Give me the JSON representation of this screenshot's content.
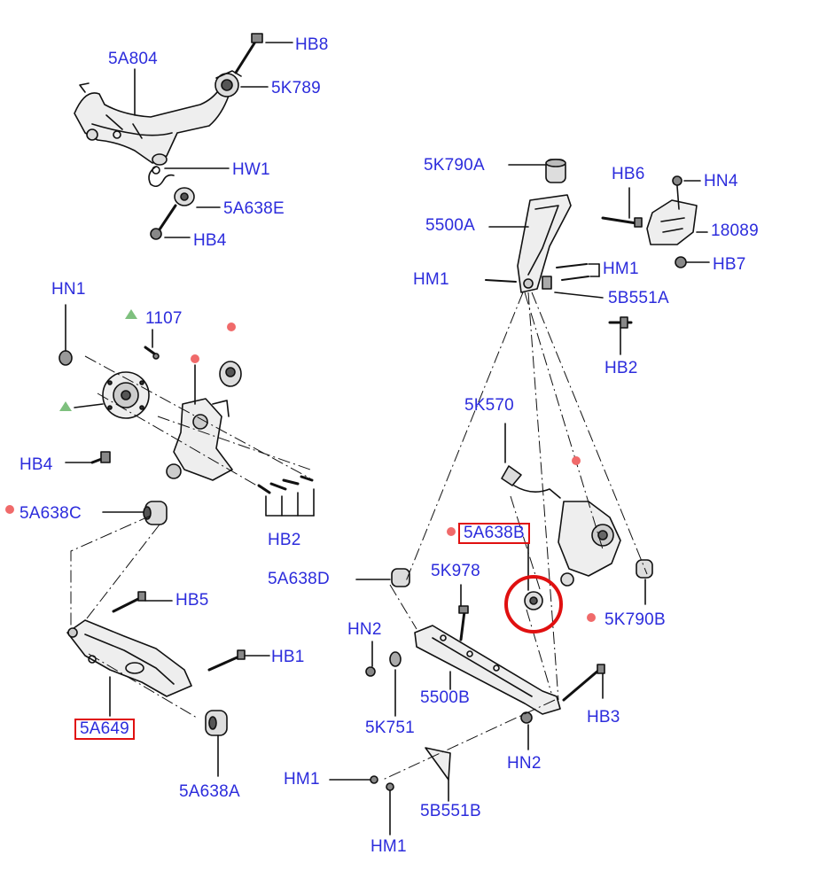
{
  "labels": {
    "5A804": "5A804",
    "HB8": "HB8",
    "5K789": "5K789",
    "HW1": "HW1",
    "5A638E": "5A638E",
    "HB4_top": "HB4",
    "5K790A": "5K790A",
    "HB6": "HB6",
    "HN4": "HN4",
    "5500A": "5500A",
    "18089": "18089",
    "HM1_a": "HM1",
    "HM1_b": "HM1",
    "HB7": "HB7",
    "5B551A": "5B551A",
    "HB2_right": "HB2",
    "HN1": "HN1",
    "1107": "1107",
    "HB4_mid": "HB4",
    "5A638C": "5A638C",
    "HB2_left": "HB2",
    "5K570": "5K570",
    "5A638B": "5A638B",
    "5A638D": "5A638D",
    "5K978": "5K978",
    "5K790B": "5K790B",
    "HB5": "HB5",
    "HB1": "HB1",
    "HN2_a": "HN2",
    "5500B": "5500B",
    "HB3": "HB3",
    "5A649": "5A649",
    "5K751": "5K751",
    "HN2_b": "HN2",
    "5A638A": "5A638A",
    "HM1_c": "HM1",
    "5B551B": "5B551B",
    "HM1_d": "HM1"
  },
  "colors": {
    "label_text": "#2c2cdc",
    "highlight_box": "#e01010",
    "highlight_circle": "#e01010",
    "new_part_dot": "#f06a6a",
    "triangle_marker": "#7ec07e",
    "line_art": "#111111"
  }
}
